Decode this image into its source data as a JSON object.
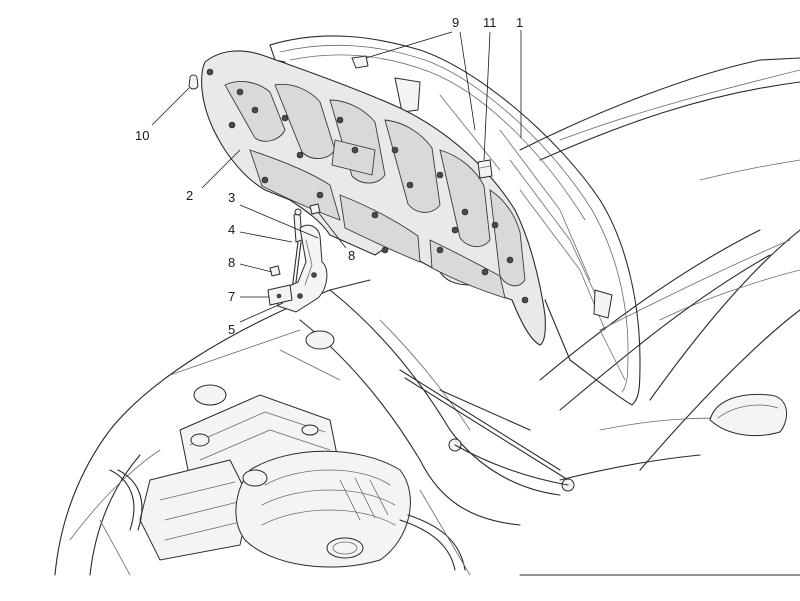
{
  "callouts": [
    {
      "id": "1",
      "label": "1"
    },
    {
      "id": "2",
      "label": "2"
    },
    {
      "id": "3",
      "label": "3"
    },
    {
      "id": "4",
      "label": "4"
    },
    {
      "id": "5",
      "label": "5"
    },
    {
      "id": "7",
      "label": "7"
    },
    {
      "id": "8a",
      "label": "8"
    },
    {
      "id": "8b",
      "label": "8"
    },
    {
      "id": "9",
      "label": "9"
    },
    {
      "id": "10",
      "label": "10"
    },
    {
      "id": "11",
      "label": "11"
    }
  ]
}
